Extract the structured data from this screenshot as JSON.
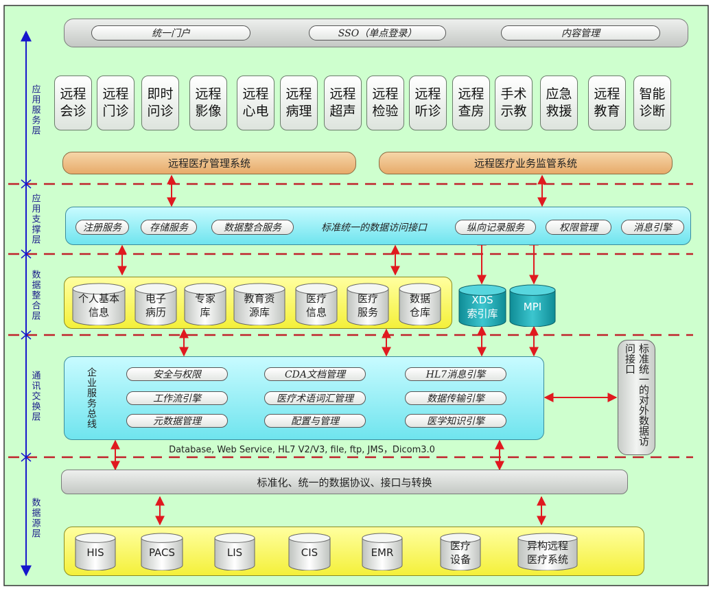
{
  "layers": {
    "app_service": "应用服务层",
    "app_support": "应用支撑层",
    "data_integration": "数据整合层",
    "comm_exchange": "通讯交换层",
    "data_source": "数据源层"
  },
  "portal_bar": [
    "统一门户",
    "SSO（单点登录）",
    "内容管理"
  ],
  "service_cards": [
    "远程\n会诊",
    "远程\n门诊",
    "即时\n问诊",
    "远程\n影像",
    "远程\n心电",
    "远程\n病理",
    "远程\n超声",
    "远程\n检验",
    "远程\n听诊",
    "远程\n查房",
    "手术\n示教",
    "应急\n救援",
    "远程\n教育",
    "智能\n诊断"
  ],
  "management_systems": [
    "远程医疗管理系统",
    "远程医疗业务监管系统"
  ],
  "support_services": {
    "left": [
      "注册服务",
      "存储服务",
      "数据整合服务"
    ],
    "center": "标准统一的数据访问接口",
    "right": [
      "纵向记录服务",
      "权限管理",
      "消息引擎"
    ]
  },
  "data_stores": [
    "个人基本\n信息",
    "电子\n病历",
    "专家\n库",
    "教育资\n源库",
    "医疗\n信息",
    "医疗\n服务",
    "数据\n仓库"
  ],
  "index_stores": [
    "XDS\n索引库",
    "MPI"
  ],
  "esb": {
    "title": "企业服务总线",
    "modules": [
      [
        "安全与权限",
        "CDA文档管理",
        "HL7消息引擎"
      ],
      [
        "工作流引擎",
        "医疗术语词汇管理",
        "数据传输引擎"
      ],
      [
        "元数据管理",
        "配置与管理",
        "医学知识引擎"
      ]
    ],
    "protocols": "Database, Web Service, HL7 V2/V3, file, ftp, JMS，Dicom3.0"
  },
  "external_interface": "标准统一的对外数据访问接口",
  "protocol_bar": "标准化、统一的数据协议、接口与转换",
  "source_systems": [
    "HIS",
    "PACS",
    "LIS",
    "CIS",
    "EMR",
    "医疗\n设备",
    "异构远程\n医疗系统"
  ],
  "colors": {
    "background": "#ceffce",
    "arrow": "#e0191f",
    "axis": "#1616cc",
    "cyan": "#6fe4ee",
    "yellow": "#f4f03a",
    "orange": "#e7aa6a",
    "teal": "#1fa7b0"
  }
}
